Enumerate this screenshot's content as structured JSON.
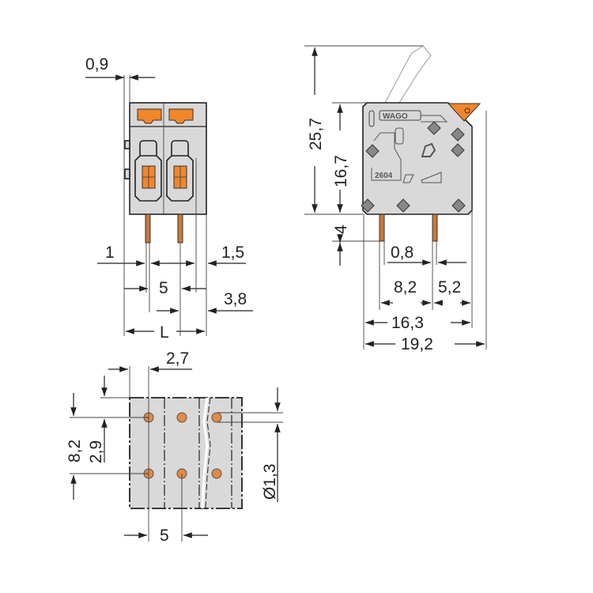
{
  "colors": {
    "housing": "#d9d9d9",
    "actuator": "#f0872a",
    "line": "#222222"
  },
  "front_view": {
    "dims": {
      "top_offset": "0,9",
      "left_pin": "1",
      "right_edge": "1,5",
      "pitch": "5",
      "right_pin": "3,8",
      "length": "L"
    }
  },
  "side_view": {
    "marking_brand": "WAGO",
    "marking_part": "2604",
    "dims": {
      "overall_height": "25,7",
      "body_height": "16,7",
      "pin_length": "4",
      "pin_width": "0,8",
      "pin_spacing": "8,2",
      "pin_to_edge": "5,2",
      "pin_to_back": "16,3",
      "overall_depth": "19,2"
    }
  },
  "bottom_view": {
    "dims": {
      "hole_offset_x": "2,7",
      "row_spacing": "8,2",
      "hole_offset_y": "2,9",
      "hole_diameter": "Ø1,3",
      "pitch": "5"
    }
  }
}
